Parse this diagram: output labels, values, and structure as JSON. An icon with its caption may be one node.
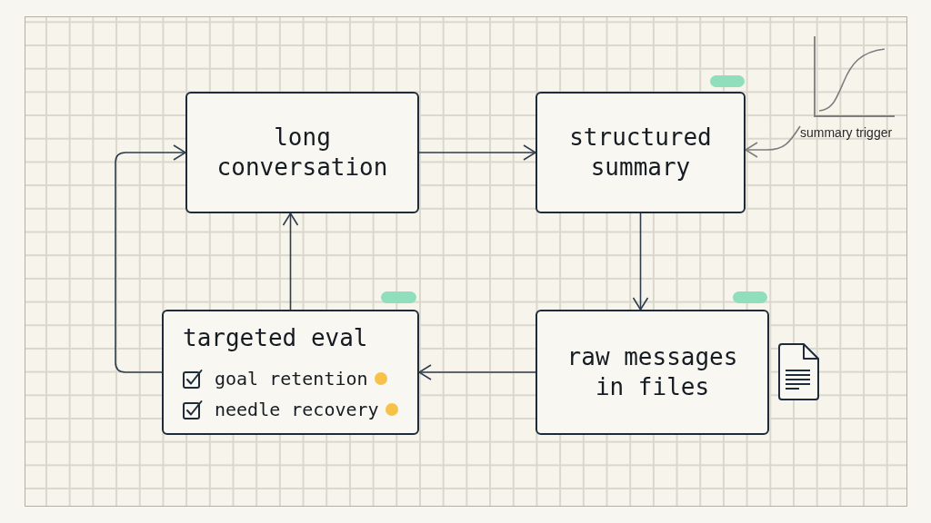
{
  "diagram": {
    "nodes": [
      {
        "text": [
          "long conversation"
        ]
      },
      {
        "text": [
          "structured summary"
        ]
      },
      {
        "text": [
          "raw messages in files"
        ]
      },
      {
        "text": [
          "targeted eval",
          "goal retention",
          "needle recovery"
        ]
      },
      {
        "text": [
          "summary trigger"
        ]
      }
    ],
    "edges": [
      {
        "from": 0,
        "to": 1,
        "arrow": "to"
      },
      {
        "from": 1,
        "to": 2,
        "arrow": "to"
      },
      {
        "from": 2,
        "to": 3,
        "arrow": "to"
      },
      {
        "from": 3,
        "to": 0,
        "arrow": "to"
      },
      {
        "from": 3,
        "to": 0,
        "arrow": "to"
      },
      {
        "from": 4,
        "to": 1,
        "arrow": "to",
        "color": "#7d7d7d"
      }
    ]
  }
}
